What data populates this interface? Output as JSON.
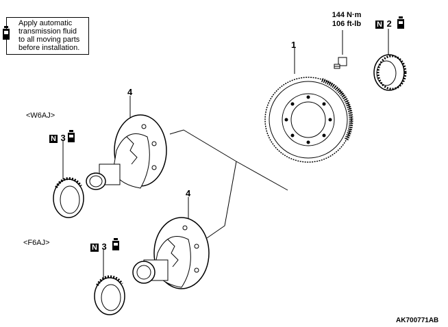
{
  "note": {
    "lines": [
      "Apply automatic",
      "transmission fluid",
      "to all moving parts",
      "before installation."
    ]
  },
  "torque": {
    "nm": "144 N·m",
    "ftlb": "106 ft-lb"
  },
  "callouts": {
    "ring_gear": "1",
    "bearing_top": "2",
    "bearing_w6aj": "3",
    "bearing_f6aj": "3",
    "diff_w6aj": "4",
    "diff_f6aj": "4"
  },
  "badges": {
    "n": "N"
  },
  "variants": {
    "w6aj": "<W6AJ>",
    "f6aj": "<F6AJ>"
  },
  "figure_code": "AK700771AB",
  "icons": {
    "fluid": "atf-bottle-icon"
  }
}
